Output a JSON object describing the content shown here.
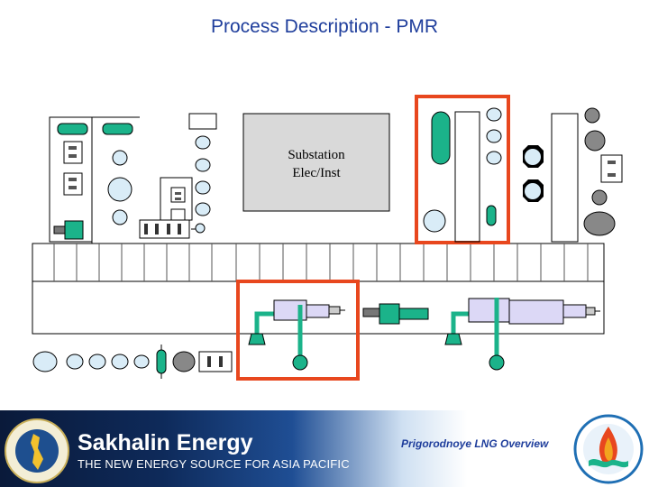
{
  "page": {
    "title": "Process Description - PMR"
  },
  "diagram": {
    "substation_label_line1": "Substation",
    "substation_label_line2": "Elec/Inst"
  },
  "banner": {
    "brand": "Sakhalin Energy",
    "tagline": "THE NEW ENERGY SOURCE FOR ASIA PACIFIC",
    "overview": "Prigorodnoye LNG Overview"
  },
  "colors": {
    "title": "#1f3e9c",
    "equipment_green": "#1bb38a",
    "highlight": "#e8471e",
    "compressor": "#dcd8f6"
  }
}
